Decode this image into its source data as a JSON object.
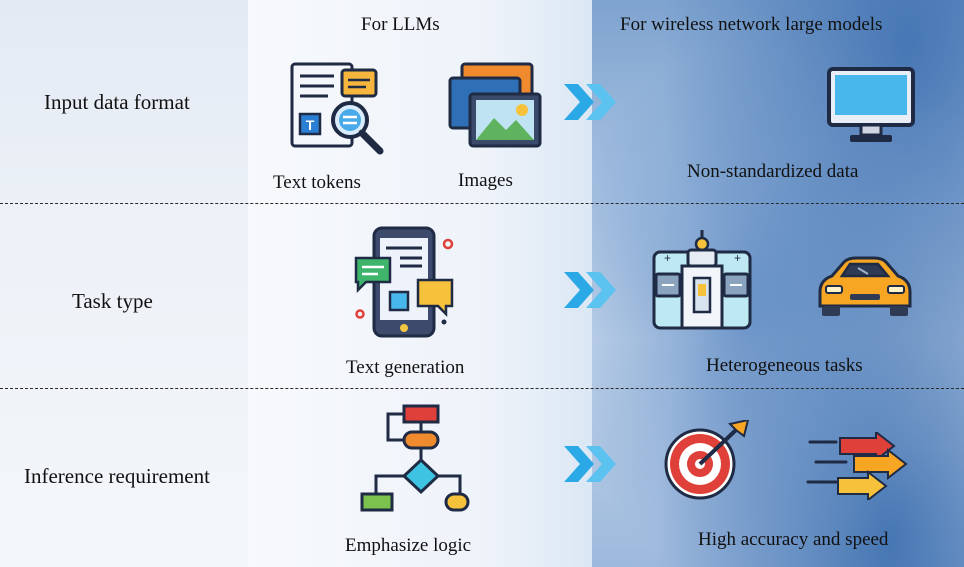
{
  "columns": {
    "llm_header": "For LLMs",
    "wireless_header": "For wireless network large models"
  },
  "rows": [
    {
      "label": "Input data format",
      "llm_items": [
        "Text tokens",
        "Images"
      ],
      "wireless_caption": "Non-standardized data"
    },
    {
      "label": "Task type",
      "llm_items": [
        "Text generation"
      ],
      "wireless_caption": "Heterogeneous tasks"
    },
    {
      "label": "Inference requirement",
      "llm_items": [
        "Emphasize logic"
      ],
      "wireless_caption": "High accuracy and speed"
    }
  ],
  "icons": [
    "document-search-icon",
    "images-icon",
    "double-chevron-icon",
    "waveform-icon",
    "monitor-icon",
    "smartphone-chat-icon",
    "robot-arm-icon",
    "car-icon",
    "flowchart-icon",
    "target-icon",
    "speed-arrows-icon"
  ],
  "colors": {
    "accent_blue": "#2aa9e6",
    "text": "#111111"
  }
}
